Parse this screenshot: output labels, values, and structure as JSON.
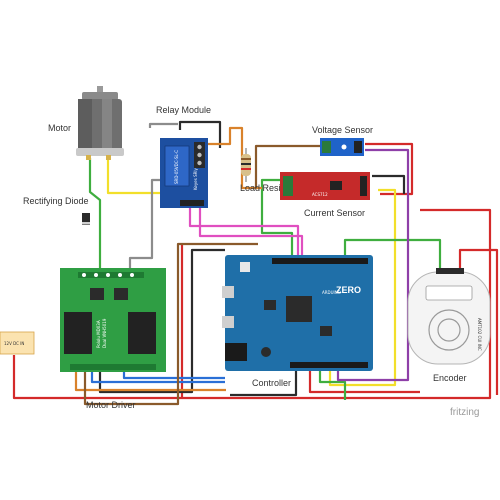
{
  "labels": {
    "motor": "Motor",
    "relay": "Relay Module",
    "voltage_sensor": "Voltage Sensor",
    "load_resistor": "Load Resistor",
    "current_sensor": "Current Sensor",
    "diode": "Rectifying Diode",
    "motor_driver": "Motor Driver",
    "controller": "Controller",
    "encoder": "Encoder",
    "power_in": "12V DC IN",
    "watermark": "fritzing"
  },
  "board_text": {
    "arduino_brand": "ARDUINO",
    "arduino_model": "ZERO",
    "encoder_model": "AMT102 CUI INC",
    "relay_brand": "Keyes SRly",
    "relay_part": "SRD-05VDC-SL-C",
    "driver_chip": "Pololu MD03A",
    "driver_sub": "Dual VNH5019",
    "current_chip": "ACS712"
  },
  "colors": {
    "red": "#d42a2a",
    "black": "#2b2b2b",
    "yellow": "#f2df2a",
    "green": "#3fae3f",
    "blue": "#2a6fd6",
    "orange": "#d9822b",
    "brown": "#8a5a2b",
    "purple": "#8e3fa8",
    "pink": "#e04fc0",
    "gray": "#8c8c8c",
    "board_green": "#2f9e44",
    "arduino_blue": "#1f6fa8",
    "relay_blue": "#1d4fa0",
    "sensor_blue": "#1f63c9",
    "sensor_red": "#c52a2a"
  }
}
